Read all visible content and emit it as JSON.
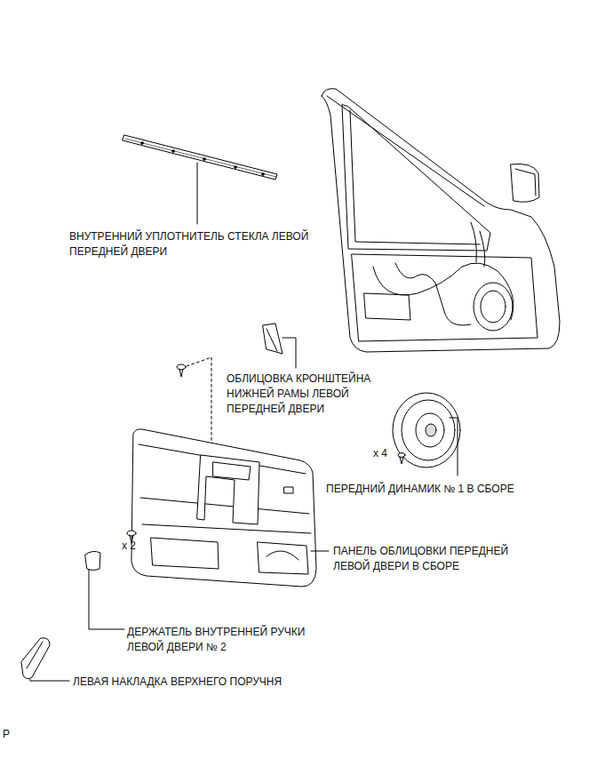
{
  "diagram": {
    "labels": [
      "ВНУТРЕННИЙ УПЛОТНИТЕЛЬ СТЕКЛА ЛЕВОЙ ПЕРЕДНЕЙ ДВЕРИ",
      "ОБЛИЦОВКА КРОНШТЕЙНА НИЖНЕЙ РАМЫ ЛЕВОЙ ПЕРЕДНЕЙ ДВЕРИ",
      "x 4",
      "ПЕРЕДНИЙ ДИНАМИК № 1 В СБОРЕ",
      "x 2",
      "ПАНЕЛЬ ОБЛИЦОВКИ ПЕРЕДНЕЙ ЛЕВОЙ ДВЕРИ В СБОРЕ",
      "ДЕРЖАТЕЛЬ ВНУТРЕННЕЙ РУЧКИ ЛЕВОЙ ДВЕРИ № 2",
      "ЛЕВАЯ НАКЛАДКА ВЕРХНЕГО ПОРУЧНЯ",
      "P"
    ]
  }
}
